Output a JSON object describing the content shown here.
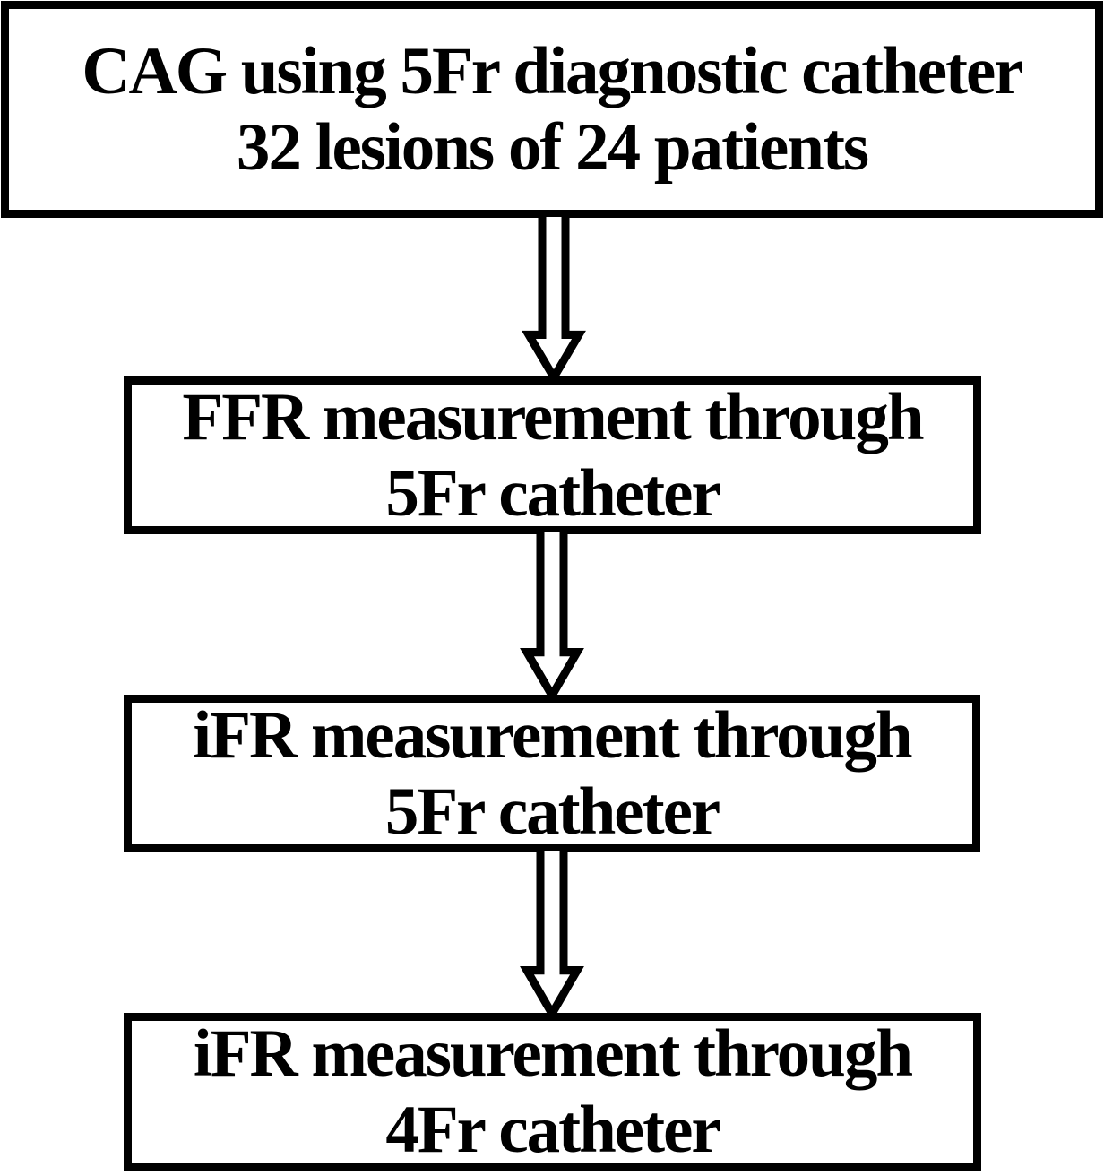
{
  "figure": {
    "type": "flowchart",
    "background_color": "#ffffff",
    "box_border_color": "#000000",
    "text_color": "#000000",
    "nodes": [
      {
        "id": "cag-box",
        "lines": [
          "CAG using 5Fr diagnostic catheter",
          "32 lesions of 24 patients"
        ]
      },
      {
        "id": "ffr-5fr-box",
        "lines": [
          "FFR measurement through",
          "5Fr catheter"
        ]
      },
      {
        "id": "ifr-5fr-box",
        "lines": [
          "iFR measurement through",
          "5Fr catheter"
        ]
      },
      {
        "id": "ifr-4fr-box",
        "lines": [
          "iFR measurement through",
          "4Fr catheter"
        ]
      }
    ],
    "connectors": [
      {
        "from": "cag-box",
        "to": "ffr-5fr-box",
        "direction": "down",
        "style": "hollow-double-line-arrow"
      },
      {
        "from": "ffr-5fr-box",
        "to": "ifr-5fr-box",
        "direction": "down",
        "style": "hollow-double-line-arrow"
      },
      {
        "from": "ifr-5fr-box",
        "to": "ifr-4fr-box",
        "direction": "down",
        "style": "hollow-double-line-arrow"
      }
    ]
  }
}
